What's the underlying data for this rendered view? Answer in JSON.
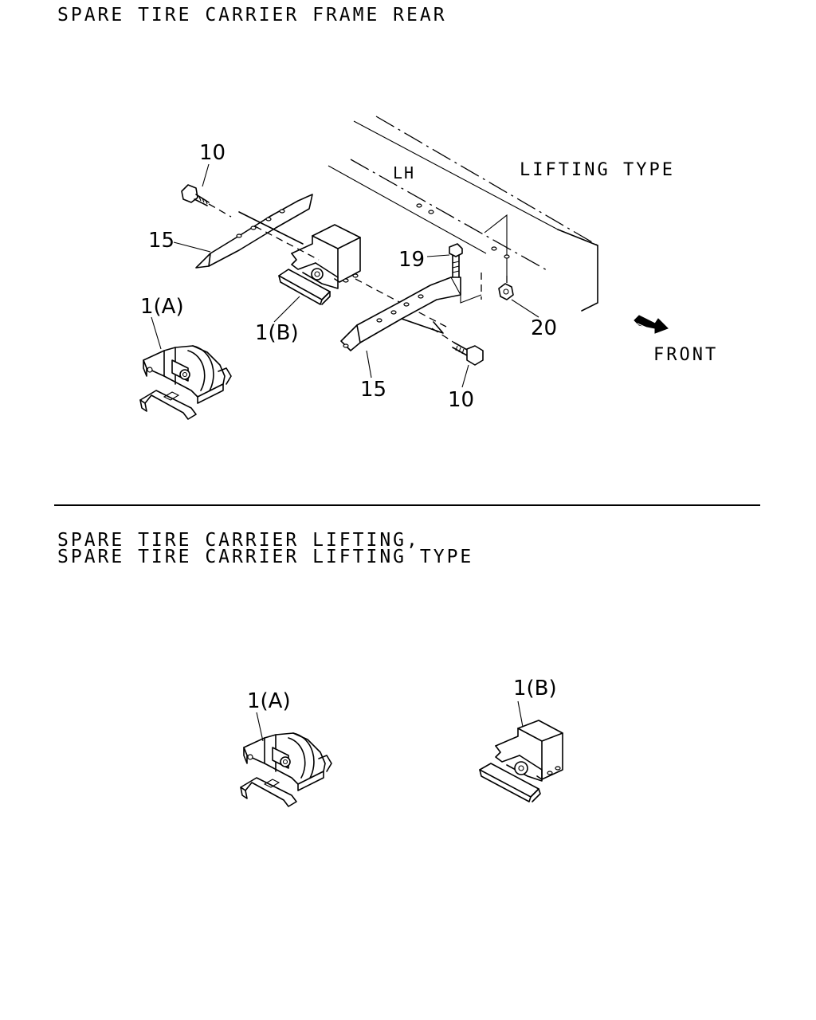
{
  "top_section": {
    "title": "SPARE TIRE CARRIER FRAME REAR",
    "lifting_type_label": "LIFTING TYPE",
    "lh_label": "LH",
    "front_label": "FRONT",
    "callouts": {
      "bolt_upper": "10",
      "bolt_lower": "10",
      "bracket_left": "15",
      "bracket_right": "15",
      "bolt_19": "19",
      "nut_20": "20",
      "assy_a": "1(A)",
      "assy_b": "1(B)"
    }
  },
  "bottom_section": {
    "title_line1": "SPARE TIRE CARRIER LIFTING,",
    "title_line2": "SPARE TIRE CARRIER LIFTING TYPE",
    "callouts": {
      "assy_a": "1(A)",
      "assy_b": "1(B)"
    }
  }
}
